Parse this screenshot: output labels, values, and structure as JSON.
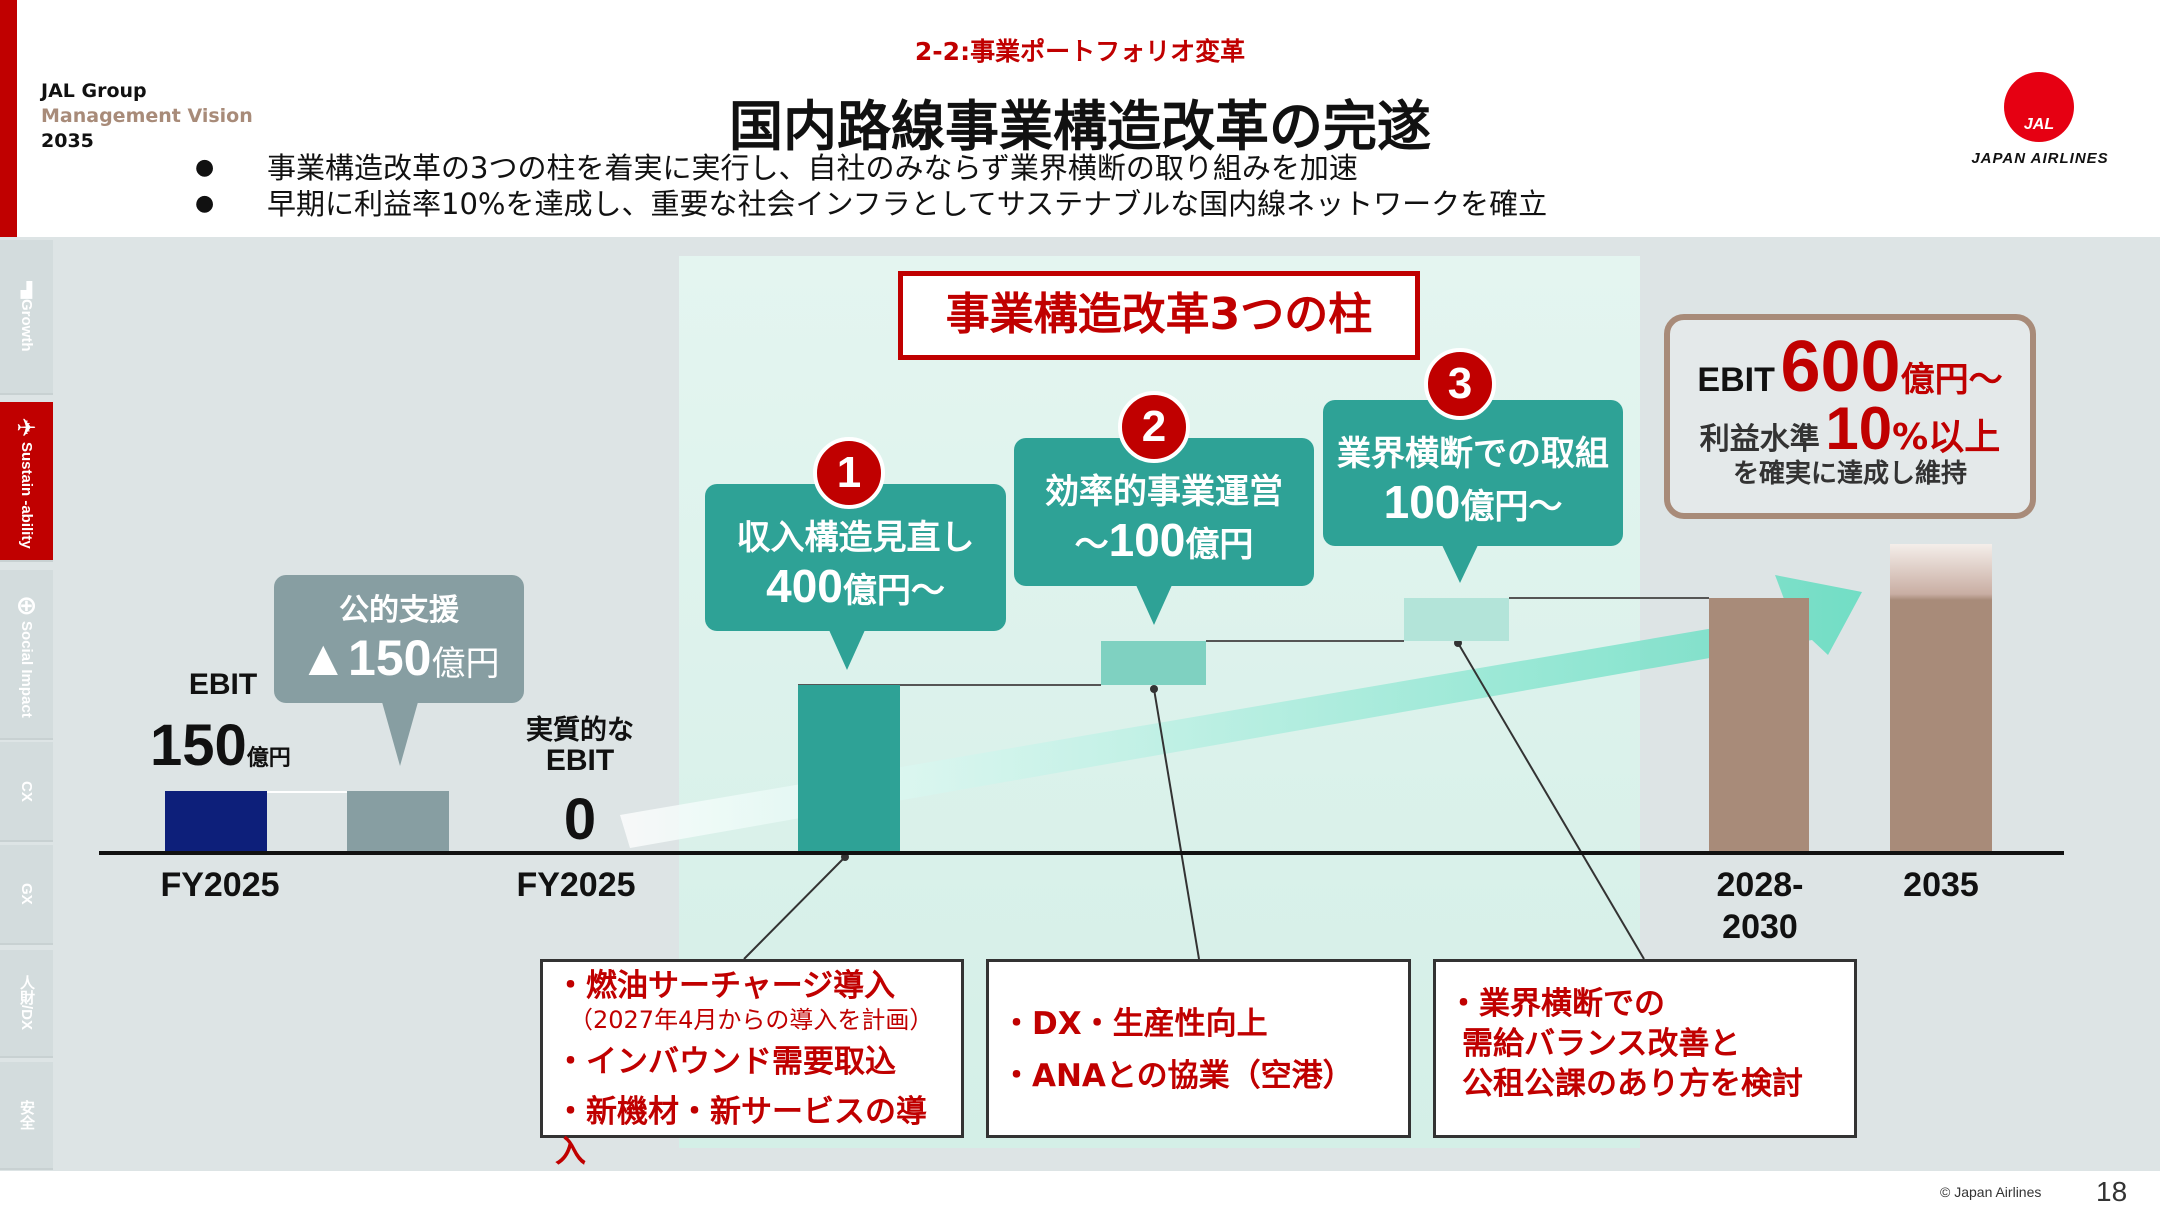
{
  "header": {
    "section": "2-2:事業ポートフォリオ変革",
    "title": "国内路線事業構造改革の完遂",
    "brand_lines": [
      "JAL Group",
      "Management Vision",
      "2035"
    ],
    "bullets": [
      "事業構造改革の3つの柱を着実に実行し、自社のみならず業界横断の取り組みを加速",
      "早期に利益率10%を達成し、重要な社会インフラとしてサステナブルな国内線ネットワークを確立"
    ],
    "logo_text": "JAL",
    "logo_caption": "JAPAN AIRLINES"
  },
  "sidebar": {
    "tabs": [
      {
        "label": "Growth",
        "icon": "growth-bars-icon"
      },
      {
        "label": "Sustain -ability",
        "icon": "airplane-icon",
        "active": true
      },
      {
        "label": "Social Impact",
        "icon": "globe-icon"
      },
      {
        "label": "CX"
      },
      {
        "label": "GX"
      },
      {
        "label": "人財/DX"
      },
      {
        "label": "安全"
      }
    ]
  },
  "chart": {
    "pillars_title": "事業構造改革3つの柱",
    "left": {
      "ebit_label": "EBIT",
      "ebit_value": "150",
      "ebit_unit": "億円",
      "support_title": "公的支援",
      "support_value": "▲150",
      "support_unit": "億円",
      "x_label": "FY2025"
    },
    "mid": {
      "label1": "実質的な",
      "label2": "EBIT",
      "value": "0",
      "x_label": "FY2025"
    },
    "pillars": [
      {
        "number": "1",
        "title": "収入構造見直し",
        "value": "400",
        "unit": "億円～",
        "prefix": ""
      },
      {
        "number": "2",
        "title": "効率的事業運営",
        "value": "100",
        "unit": "億円",
        "prefix": "～"
      },
      {
        "number": "3",
        "title": "業界横断での取組",
        "value": "100",
        "unit": "億円～",
        "prefix": ""
      }
    ],
    "x_labels": {
      "y2028": "2028-",
      "y2030": "2030",
      "y2035": "2035"
    },
    "target": {
      "ebit_label": "EBIT",
      "ebit_value": "600",
      "ebit_unit": "億円～",
      "margin_label": "利益水準",
      "margin_value": "10",
      "margin_unit": "%以上",
      "note": "を確実に達成し維持"
    },
    "details": [
      {
        "lines": [
          "・燃油サーチャージ導入",
          "（2027年4月からの導入を計画）",
          "・インバウンド需要取込",
          "・新機材・新サービスの導入"
        ]
      },
      {
        "lines": [
          "・DX・生産性向上",
          "・ANAとの協業（空港）"
        ]
      },
      {
        "lines": [
          "・業界横断での",
          "需給バランス改善と",
          "公租公課のあり方を検討"
        ]
      }
    ],
    "colors": {
      "navy": "#0d1f7a",
      "gray": "#879ea2",
      "teal": "#2ea296",
      "light_teal": "#7fd1c1",
      "brown": "#a88b79",
      "red": "#c00000"
    }
  },
  "footer": {
    "copyright": "© Japan Airlines",
    "page": "18"
  }
}
